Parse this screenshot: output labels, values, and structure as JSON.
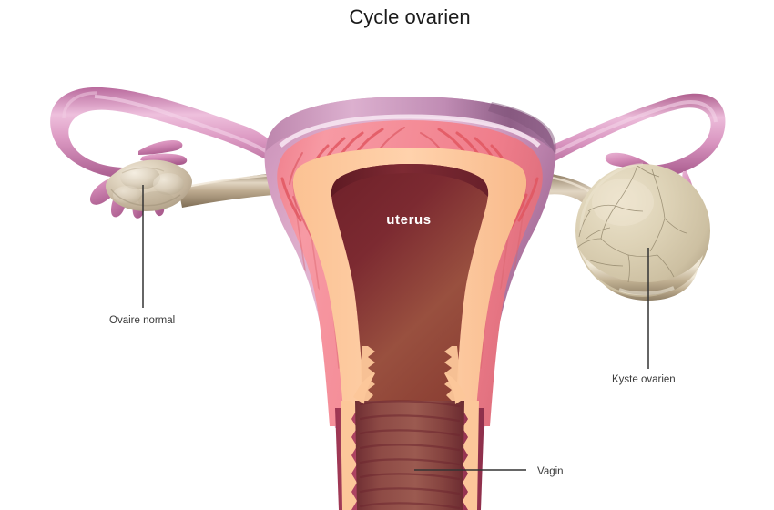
{
  "figure": {
    "title": "Cycle ovarien",
    "background_color": "#ffffff"
  },
  "labels": {
    "uterus": "uterus",
    "left_ovary": "Ovaire normal",
    "right_cyst": "Kyste ovarien",
    "vagina": "Vagin"
  },
  "colors": {
    "title_text": "#1a1a1a",
    "label_text": "#3a3a3a",
    "leader_line": "#333333",
    "serosa": "#c79ab8",
    "serosa_dark": "#9e6c95",
    "serosa_light": "#f0dcea",
    "myometrium": "#f2848f",
    "myometrium_light": "#f7a2aa",
    "endometrium": "#fcc79a",
    "cavity_dark": "#7a2630",
    "cavity_mid": "#8d3a38",
    "vagina_wall": "#b0445f",
    "vagina_lumen": "#8e3c3f",
    "tube_pink": "#d684b0",
    "tube_pink_dark": "#b35f94",
    "tube_highlight": "#eec3dd",
    "ovary_base": "#c9bba4",
    "ovary_light": "#ece3d2",
    "ovary_shadow": "#a2937c",
    "cyst_base": "#d5c9ae",
    "cyst_light": "#e8dfc8",
    "ligament": "#a89277",
    "ligament_light": "#ded0bc",
    "vein_line": "#8a7d63",
    "vessel_red": "#e0555f"
  },
  "anatomy": {
    "parts": [
      "uterine-fundus",
      "uterine-body",
      "myometrium",
      "endometrium",
      "uterine-cavity",
      "cervix",
      "cervical-canal",
      "vagina",
      "left-fallopian-tube",
      "left-fimbriae",
      "left-ovary",
      "right-fallopian-tube",
      "right-fimbriae",
      "right-ovarian-cyst",
      "left-ligament",
      "right-ligament"
    ]
  }
}
